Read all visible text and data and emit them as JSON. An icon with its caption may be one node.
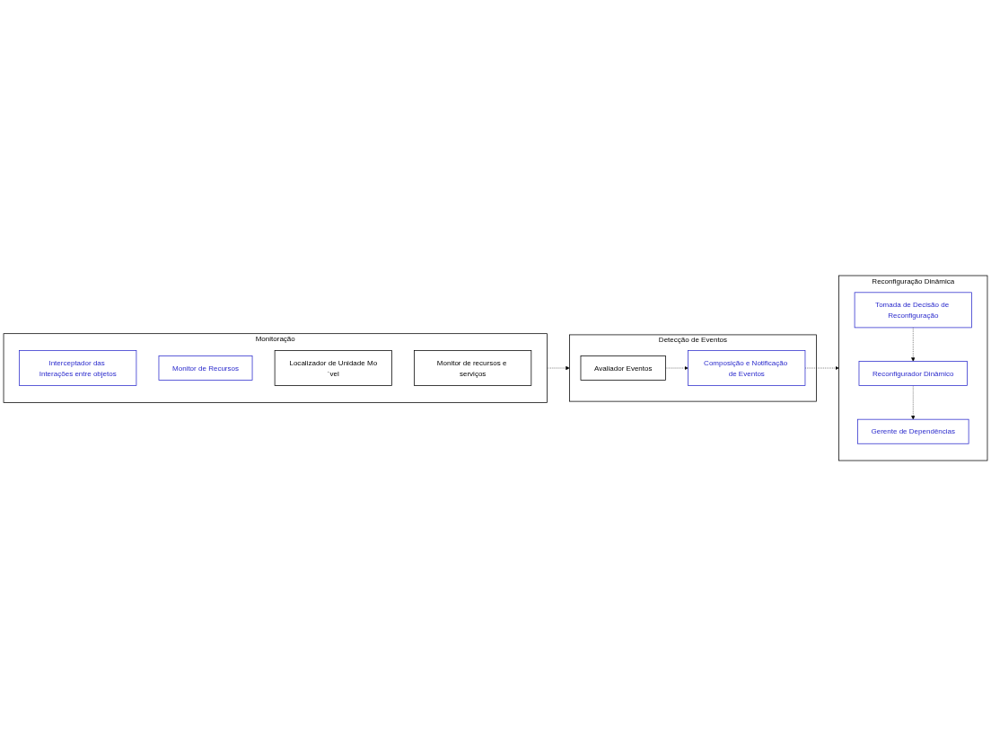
{
  "diagram": {
    "nodes": [
      {
        "text": [
          "Monitoração"
        ]
      },
      {
        "text": [
          "Interceptador das Interações entre objetos"
        ],
        "in": 0
      },
      {
        "text": [
          "Monitor de Recursos"
        ],
        "in": 0
      },
      {
        "text": [
          "Localizador de Unidade Mo´vel"
        ],
        "in": 0
      },
      {
        "text": [
          "Monitor de recursos e serviços"
        ],
        "in": 0
      },
      {
        "text": [
          "Detecção de Eventos"
        ]
      },
      {
        "text": [
          "Avaliador Eventos"
        ],
        "in": 5
      },
      {
        "text": [
          "Composição e Notificação de Eventos"
        ],
        "in": 5
      },
      {
        "text": [
          "Reconfiguração Dinâmica"
        ]
      },
      {
        "text": [
          "Tomada de Decisão de Reconfiguração"
        ],
        "in": 8
      },
      {
        "text": [
          "Reconfigurador Dinâmico"
        ],
        "in": 8
      },
      {
        "text": [
          "Gerente de Dependências"
        ],
        "in": 8
      }
    ],
    "edges": [
      {
        "from": 0,
        "to": 5,
        "arrow": "to",
        "style": "dashed"
      },
      {
        "from": 6,
        "to": 7,
        "arrow": "to",
        "style": "dashed"
      },
      {
        "from": 7,
        "to": 8,
        "arrow": "to",
        "style": "dashed"
      },
      {
        "from": 9,
        "to": 10,
        "arrow": "to",
        "style": "dashed"
      },
      {
        "from": 10,
        "to": 11,
        "arrow": "to",
        "style": "dashed"
      }
    ]
  }
}
